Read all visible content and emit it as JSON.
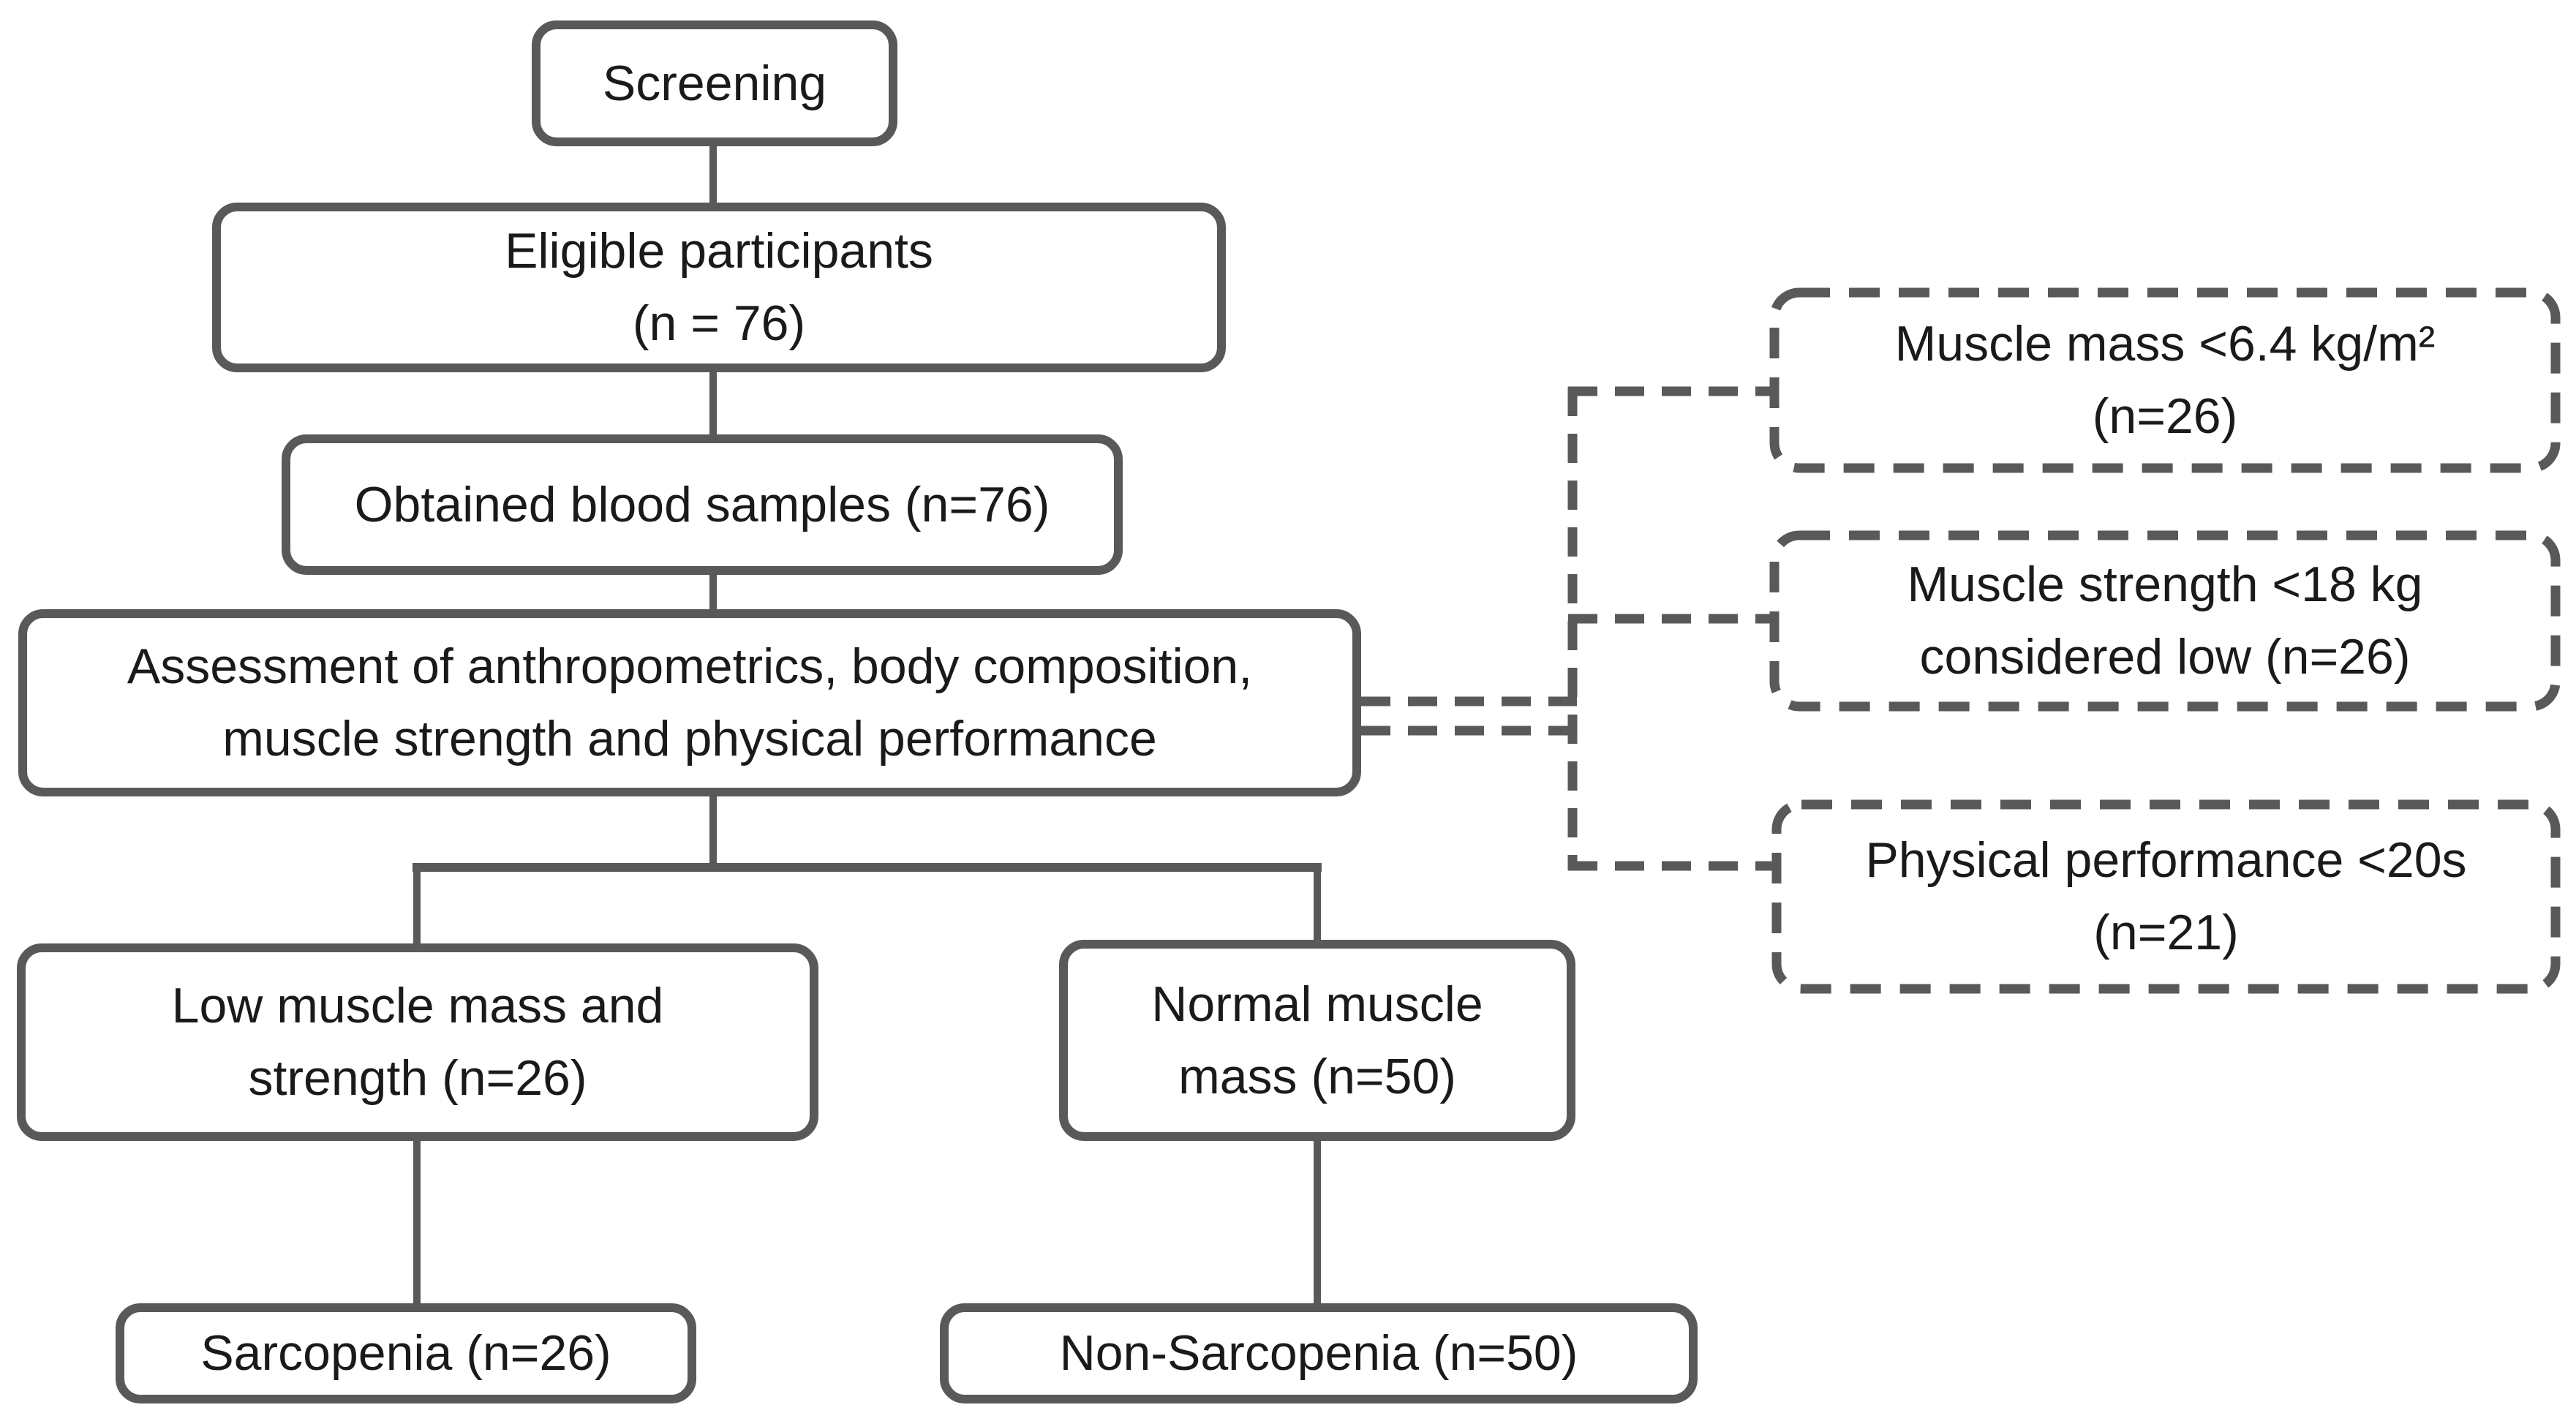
{
  "diagram": {
    "type": "flowchart",
    "background_color": "#ffffff",
    "line_color": "#595959",
    "text_color": "#1a1a1a",
    "nodes": {
      "screening": {
        "line1": "Screening"
      },
      "eligible": {
        "line1": "Eligible participants",
        "line2": "(n = 76)"
      },
      "obtained": {
        "line1": "Obtained blood samples (n=76)"
      },
      "assessment": {
        "line1": "Assessment of anthropometrics, body composition,",
        "line2": "muscle strength and physical performance"
      },
      "low_muscle": {
        "line1": "Low muscle mass and",
        "line2": "strength (n=26)"
      },
      "normal_muscle": {
        "line1": "Normal muscle",
        "line2": "mass (n=50)"
      },
      "sarcopenia": {
        "line1": "Sarcopenia (n=26)"
      },
      "non_sarcopenia": {
        "line1": "Non-Sarcopenia (n=50)"
      },
      "muscle_mass_criterion": {
        "line1": "Muscle mass <6.4 kg/m²",
        "line2": "(n=26)"
      },
      "muscle_strength_criterion": {
        "line1": "Muscle strength <18 kg",
        "line2": "considered low (n=26)"
      },
      "physical_performance_criterion": {
        "line1": "Physical performance <20s",
        "line2": "(n=21)"
      }
    },
    "edges": [
      {
        "from": "screening",
        "to": "eligible",
        "style": "solid"
      },
      {
        "from": "eligible",
        "to": "obtained",
        "style": "solid"
      },
      {
        "from": "obtained",
        "to": "assessment",
        "style": "solid"
      },
      {
        "from": "assessment",
        "to": "low_muscle",
        "style": "solid"
      },
      {
        "from": "assessment",
        "to": "normal_muscle",
        "style": "solid"
      },
      {
        "from": "low_muscle",
        "to": "sarcopenia",
        "style": "solid"
      },
      {
        "from": "normal_muscle",
        "to": "non_sarcopenia",
        "style": "solid"
      },
      {
        "from": "assessment",
        "to": "muscle_mass_criterion",
        "style": "dashed"
      },
      {
        "from": "assessment",
        "to": "muscle_strength_criterion",
        "style": "dashed"
      },
      {
        "from": "assessment",
        "to": "physical_performance_criterion",
        "style": "dashed"
      }
    ]
  }
}
